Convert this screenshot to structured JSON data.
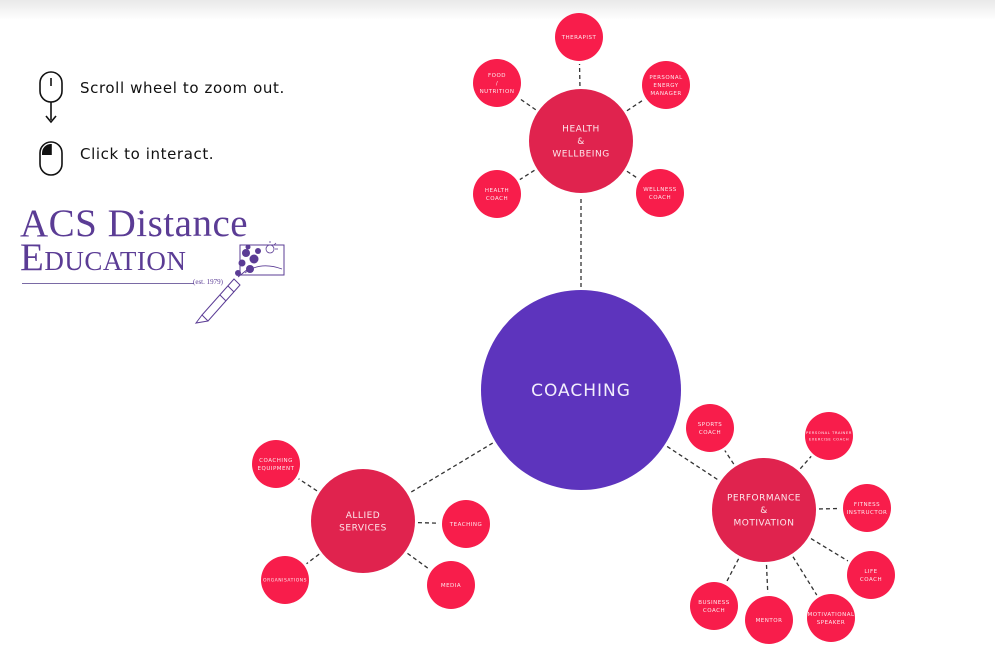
{
  "hints": {
    "scroll": "Scroll wheel to zoom out.",
    "click": "Click to interact."
  },
  "logo": {
    "line1": "ACS Distance",
    "line2": "Education",
    "est": "(est. 1979)"
  },
  "colors": {
    "center": "#5d34bd",
    "hub": "#e0234e",
    "leaf": "#f81d4b",
    "brand": "#5b3c95"
  },
  "mindmap": {
    "center": {
      "label": "COACHING"
    },
    "hubs": [
      {
        "id": "health",
        "lines": [
          "HEALTH",
          "&",
          "WELLBEING"
        ],
        "leaves": [
          {
            "id": "therapist",
            "lines": [
              "THERAPIST"
            ]
          },
          {
            "id": "food",
            "lines": [
              "FOOD",
              "/",
              "NUTRITION"
            ]
          },
          {
            "id": "energy",
            "lines": [
              "PERSONAL",
              "ENERGY",
              "MANAGER"
            ]
          },
          {
            "id": "healthcoach",
            "lines": [
              "HEALTH",
              "COACH"
            ]
          },
          {
            "id": "wellness",
            "lines": [
              "WELLNESS",
              "COACH"
            ]
          }
        ]
      },
      {
        "id": "allied",
        "lines": [
          "ALLIED",
          "SERVICES"
        ],
        "leaves": [
          {
            "id": "equipment",
            "lines": [
              "COACHING",
              "EQUIPMENT"
            ]
          },
          {
            "id": "teaching",
            "lines": [
              "TEACHING"
            ]
          },
          {
            "id": "organisations",
            "lines": [
              "ORGANISATIONS"
            ]
          },
          {
            "id": "media",
            "lines": [
              "MEDIA"
            ]
          }
        ]
      },
      {
        "id": "performance",
        "lines": [
          "PERFORMANCE",
          "&",
          "MOTIVATION"
        ],
        "leaves": [
          {
            "id": "sports",
            "lines": [
              "SPORTS",
              "COACH"
            ]
          },
          {
            "id": "trainer",
            "lines": [
              "PERSONAL TRAINER",
              "EXERCISE COACH"
            ]
          },
          {
            "id": "fitness",
            "lines": [
              "FITNESS",
              "INSTRUCTOR"
            ]
          },
          {
            "id": "life",
            "lines": [
              "LIFE",
              "COACH"
            ]
          },
          {
            "id": "business",
            "lines": [
              "BUSINESS",
              "COACH"
            ]
          },
          {
            "id": "mentor",
            "lines": [
              "MENTOR"
            ]
          },
          {
            "id": "motivational",
            "lines": [
              "MOTIVATIONAL",
              "SPEAKER"
            ]
          }
        ]
      }
    ]
  }
}
